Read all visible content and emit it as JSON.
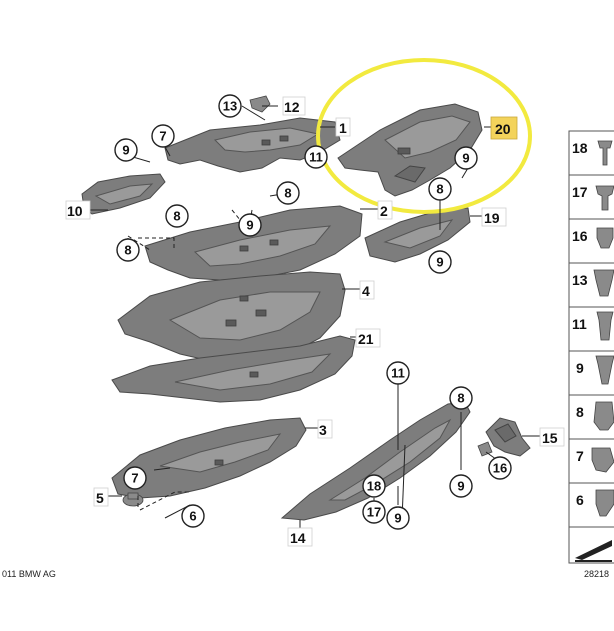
{
  "diagram": {
    "copyright": "011 BMW AG",
    "image_code": "28218",
    "highlight_color": "#f2ea3f",
    "labels": {
      "l1": "1",
      "l2": "2",
      "l3": "3",
      "l4": "4",
      "l5": "5",
      "l6": "6",
      "l7a": "7",
      "l7b": "7",
      "l8a": "8",
      "l8b": "8",
      "l8c": "8",
      "l8d": "8",
      "l8e": "8",
      "l9a": "9",
      "l9b": "9",
      "l9c": "9",
      "l9d": "9",
      "l9e": "9",
      "l9f": "9",
      "l10": "10",
      "l11a": "11",
      "l11b": "11",
      "l12": "12",
      "l13": "13",
      "l14": "14",
      "l15": "15",
      "l16": "16",
      "l17": "17",
      "l18": "18",
      "l19": "19",
      "l20": "20",
      "l21": "21"
    },
    "sidebar": [
      "18",
      "17",
      "16",
      "13",
      "11",
      "9",
      "8",
      "7",
      "6"
    ]
  }
}
